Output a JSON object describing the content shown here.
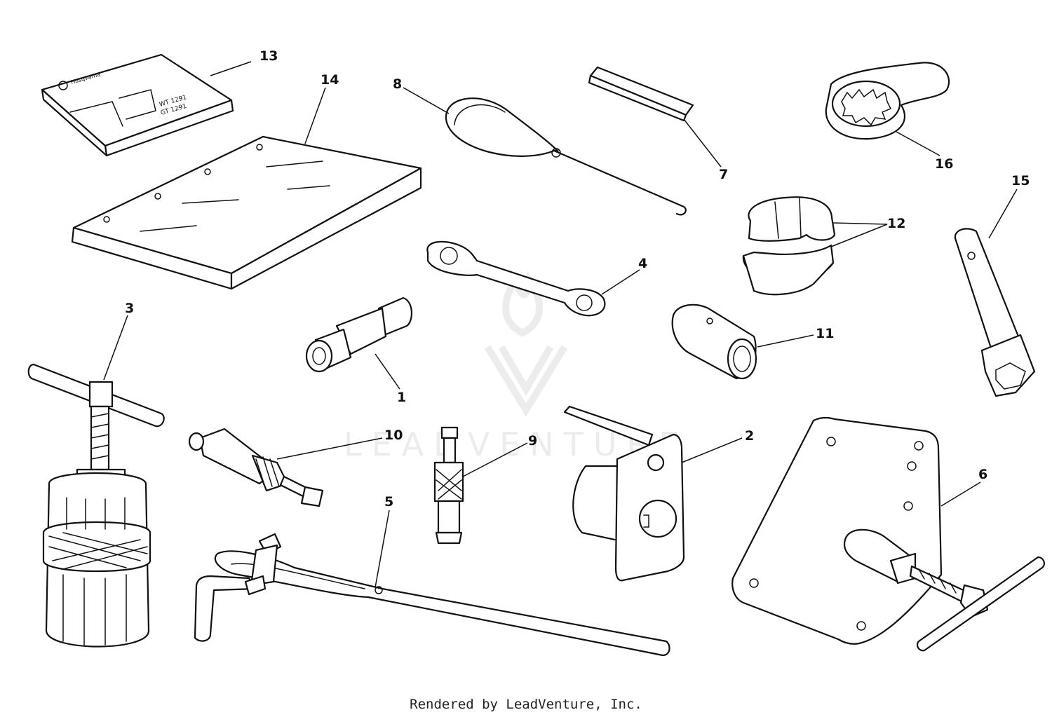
{
  "watermark": {
    "text": "LEADVENTURE"
  },
  "footer": {
    "text": "Rendered by LeadVenture, Inc."
  },
  "callouts": {
    "c1": "1",
    "c2": "2",
    "c3": "3",
    "c4": "4",
    "c5": "5",
    "c6": "6",
    "c7": "7",
    "c8": "8",
    "c9": "9",
    "c10": "10",
    "c11": "11",
    "c12": "12",
    "c13": "13",
    "c14": "14",
    "c15": "15",
    "c16": "16"
  },
  "manual_cover": {
    "line1": "Husqvarna",
    "line2": "WT 1291",
    "line3": "GT 1291"
  }
}
